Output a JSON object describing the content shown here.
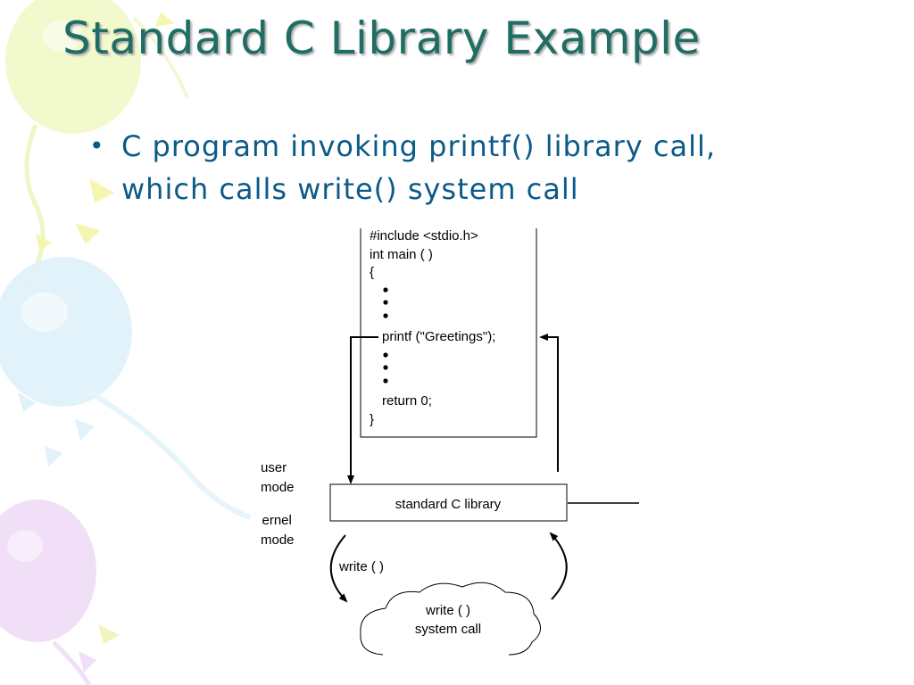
{
  "title": "Standard C Library Example",
  "bullet": {
    "line1": "C program invoking printf() library call,",
    "line2": "which calls write() system call"
  },
  "figure": {
    "code": {
      "include": "#include <stdio.h>",
      "main": "int main ( )",
      "open_brace": "{",
      "printf": "printf (\"Greetings\");",
      "return": "return 0;",
      "close_brace": "}"
    },
    "user_mode": [
      "user",
      "mode"
    ],
    "kernel_mode": [
      "kernel",
      "mode"
    ],
    "library": "standard C library",
    "write_call": "write ( )",
    "system_call": [
      "write ( )",
      "system call"
    ]
  },
  "colors": {
    "title": "#1f6d63",
    "bullet": "#0b5a88"
  }
}
